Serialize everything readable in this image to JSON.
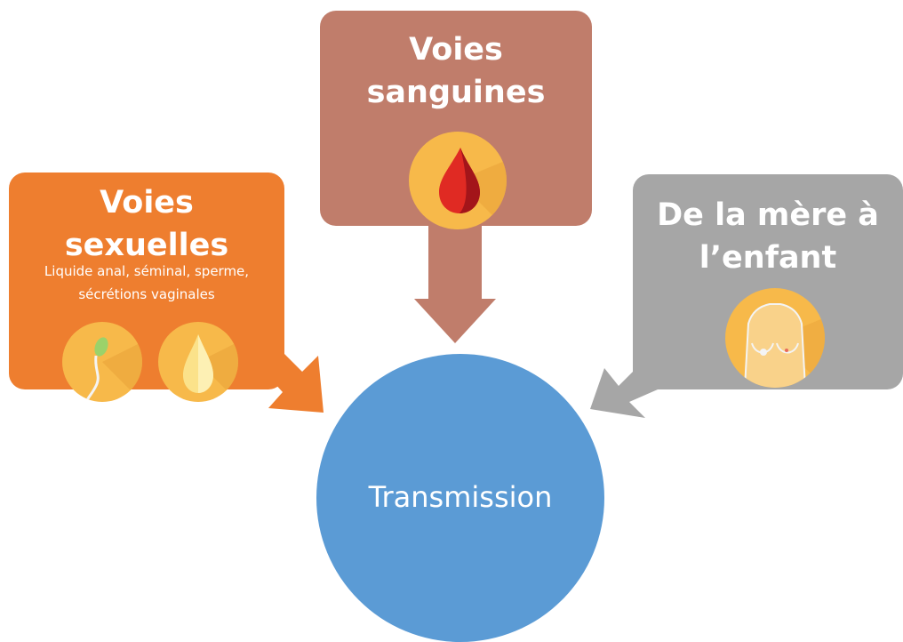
{
  "nodes": {
    "sex": {
      "title_line1": "Voies",
      "title_line2": "sexuelles",
      "subtitle_line1": "Liquide anal, séminal, sperme,",
      "subtitle_line2": "sécrétions vaginales",
      "color": "#ee7e2f",
      "icons": [
        "sperm-icon",
        "drop-icon"
      ]
    },
    "blood": {
      "title_line1": "Voies",
      "title_line2": "sanguines",
      "color": "#c07d6b",
      "icons": [
        "blood-drop-icon"
      ]
    },
    "mother": {
      "title_line1": "De la mère à",
      "title_line2": "l’enfant",
      "color": "#a6a6a6",
      "icons": [
        "breastfeeding-icon"
      ]
    }
  },
  "center": {
    "label": "Transmission",
    "color": "#5b9bd5"
  }
}
